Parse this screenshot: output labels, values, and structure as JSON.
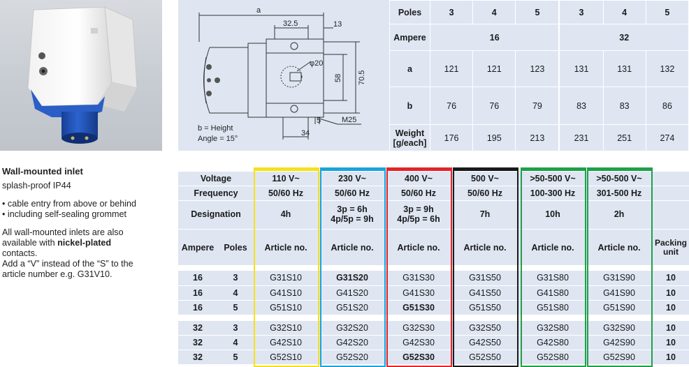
{
  "description": {
    "title": "Wall-mounted inlet",
    "subtitle": "splash-proof IP44",
    "bullets": [
      "• cable entry from above or behind",
      "• including self-sealing grommet"
    ],
    "note_line1": "All wall-mounted inlets are also",
    "note_line2_a": "available with ",
    "note_line2_b": "nickel-plated",
    "note_line3": "contacts.",
    "note_line4": "Add a “V” instead of the “S” to the",
    "note_line5": "article number e.g. G31V10."
  },
  "drawing": {
    "dim_a": "a",
    "dim_32_5": "32.5",
    "dim_13": "13",
    "dim_phi20": "φ20",
    "dim_58": "58",
    "dim_70_5": "70.5",
    "dim_5": "5",
    "dim_34": "34",
    "dim_m25": "M25",
    "b_label": "b = Height",
    "angle_label": "Angle = 15°"
  },
  "dimensions": {
    "poles_label": "Poles",
    "poles": [
      "3",
      "4",
      "5",
      "3",
      "4",
      "5"
    ],
    "ampere_label": "Ampere",
    "ampere": [
      "16",
      "32"
    ],
    "a_label": "a",
    "a": [
      "121",
      "121",
      "123",
      "131",
      "131",
      "132"
    ],
    "b_label": "b",
    "b": [
      "76",
      "76",
      "79",
      "83",
      "83",
      "86"
    ],
    "weight_label_1": "Weight",
    "weight_label_2": "[g/each]",
    "weight": [
      "176",
      "195",
      "213",
      "231",
      "251",
      "274"
    ]
  },
  "colors": {
    "yellow": "#f5e11a",
    "cyan": "#1aa3dc",
    "red": "#e3242b",
    "black": "#1a1a1a",
    "green": "#1fa04a",
    "panel": "#dfe6f2",
    "plug_blue": "#1e4fb5"
  },
  "main_table": {
    "voltage_label": "Voltage",
    "frequency_label": "Frequency",
    "designation_label": "Designation",
    "ampere_label": "Ampere",
    "poles_label": "Poles",
    "packing_label": "Packing unit",
    "columns": [
      {
        "voltage": "110 V~",
        "frequency": "50/60 Hz",
        "designation": "4h",
        "article": "Article no."
      },
      {
        "voltage": "230 V~",
        "frequency": "50/60 Hz",
        "designation": "3p = 6h\n4p/5p = 9h",
        "article": "Article no."
      },
      {
        "voltage": "400 V~",
        "frequency": "50/60 Hz",
        "designation": "3p = 9h\n4p/5p = 6h",
        "article": "Article no."
      },
      {
        "voltage": "500 V~",
        "frequency": "50/60 Hz",
        "designation": "7h",
        "article": "Article no."
      },
      {
        "voltage": ">50-500 V~",
        "frequency": "100-300 Hz",
        "designation": "10h",
        "article": "Article no."
      },
      {
        "voltage": ">50-500 V~",
        "frequency": "301-500 Hz",
        "designation": "2h",
        "article": "Article no."
      }
    ],
    "rows": [
      {
        "ampere": "16",
        "poles": "3",
        "articles": [
          "G31S10",
          "G31S20",
          "G31S30",
          "G31S50",
          "G31S80",
          "G31S90"
        ],
        "bold": [
          1
        ],
        "packing": "10"
      },
      {
        "ampere": "16",
        "poles": "4",
        "articles": [
          "G41S10",
          "G41S20",
          "G41S30",
          "G41S50",
          "G41S80",
          "G41S90"
        ],
        "bold": [],
        "packing": "10"
      },
      {
        "ampere": "16",
        "poles": "5",
        "articles": [
          "G51S10",
          "G51S20",
          "G51S30",
          "G51S50",
          "G51S80",
          "G51S90"
        ],
        "bold": [
          2
        ],
        "packing": "10"
      },
      {
        "ampere": "32",
        "poles": "3",
        "articles": [
          "G32S10",
          "G32S20",
          "G32S30",
          "G32S50",
          "G32S80",
          "G32S90"
        ],
        "bold": [],
        "packing": "10"
      },
      {
        "ampere": "32",
        "poles": "4",
        "articles": [
          "G42S10",
          "G42S20",
          "G42S30",
          "G42S50",
          "G42S80",
          "G42S90"
        ],
        "bold": [],
        "packing": "10"
      },
      {
        "ampere": "32",
        "poles": "5",
        "articles": [
          "G52S10",
          "G52S20",
          "G52S30",
          "G52S50",
          "G52S80",
          "G52S90"
        ],
        "bold": [
          2
        ],
        "packing": "10"
      }
    ]
  }
}
